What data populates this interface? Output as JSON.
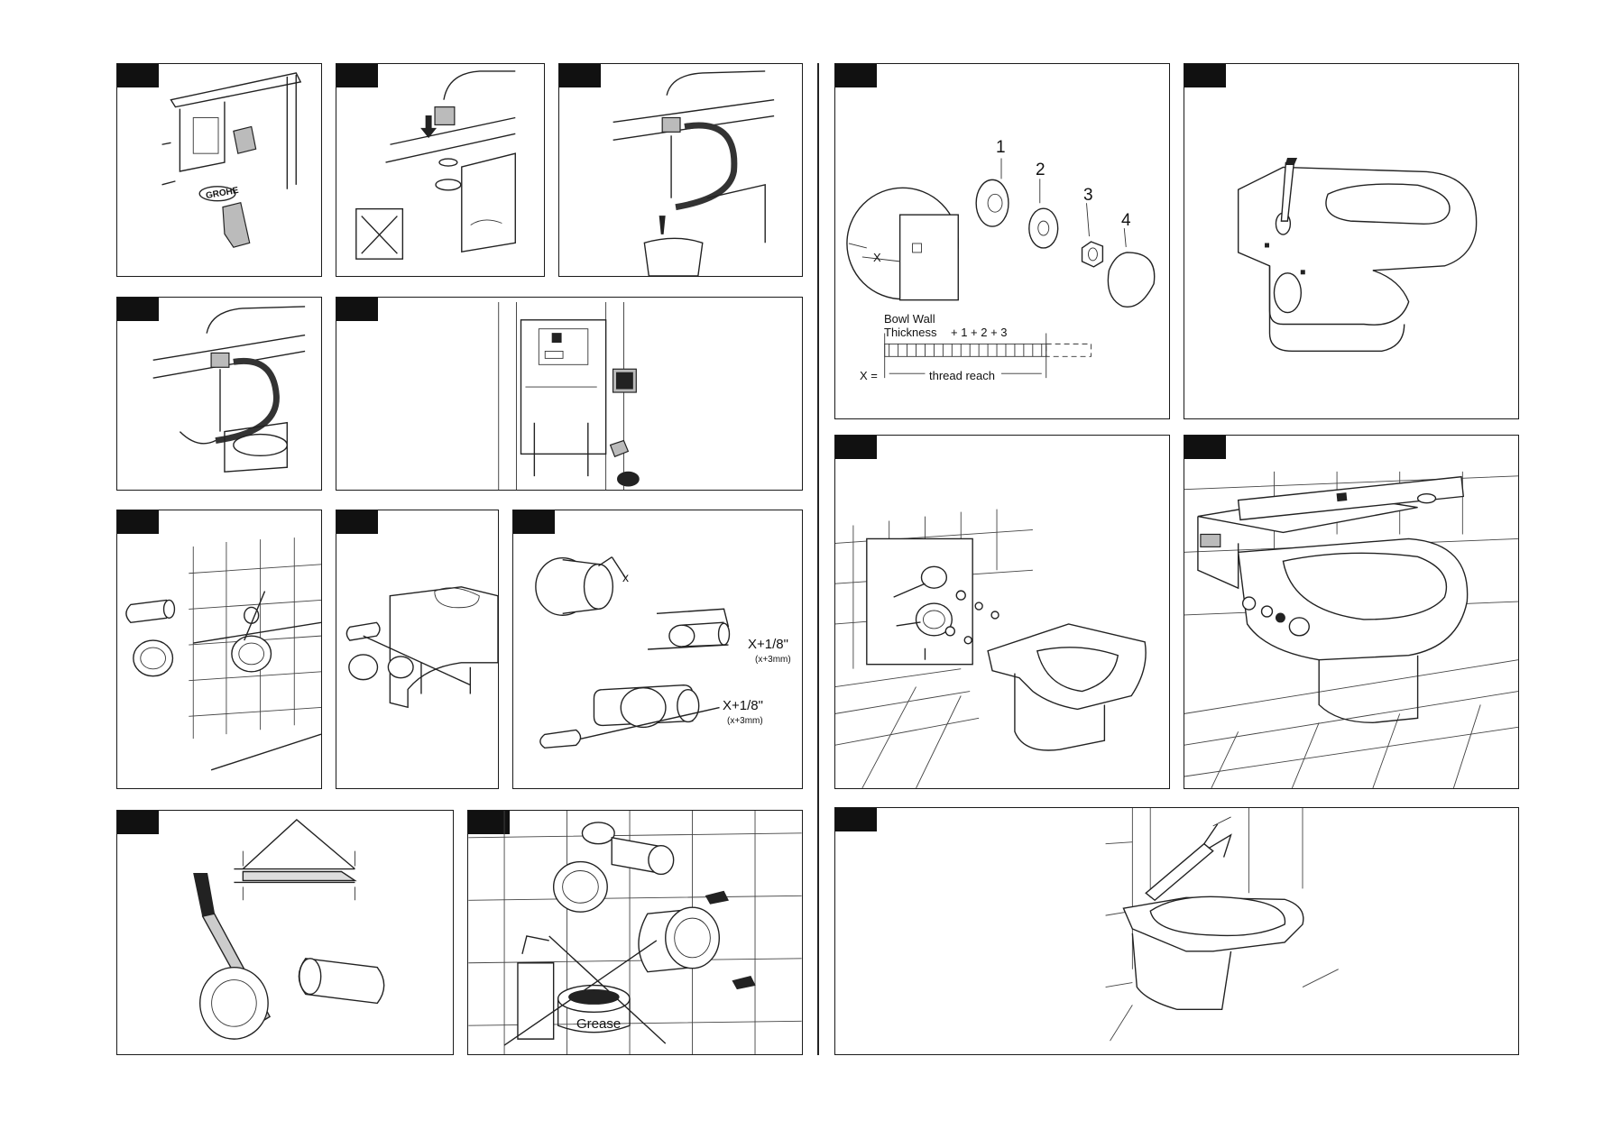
{
  "panel_a_logo": "GROHE",
  "dim_x": "X",
  "dim_x_lower": "x",
  "dim_x_plus_1": "X+1/8\"",
  "dim_x_plus_1_mm": "(x+3mm)",
  "dim_x_plus_2": "X+1/8\"",
  "dim_x_plus_2_mm": "(x+3mm)",
  "grease_label": "Grease",
  "parts": [
    "1",
    "2",
    "3",
    "4"
  ],
  "bowl_wall_line1": "Bowl Wall",
  "bowl_wall_line2": "Thickness",
  "formula_terms": "+ 1  +  2  +  3",
  "x_equals": "X =",
  "thread_reach": "thread reach"
}
